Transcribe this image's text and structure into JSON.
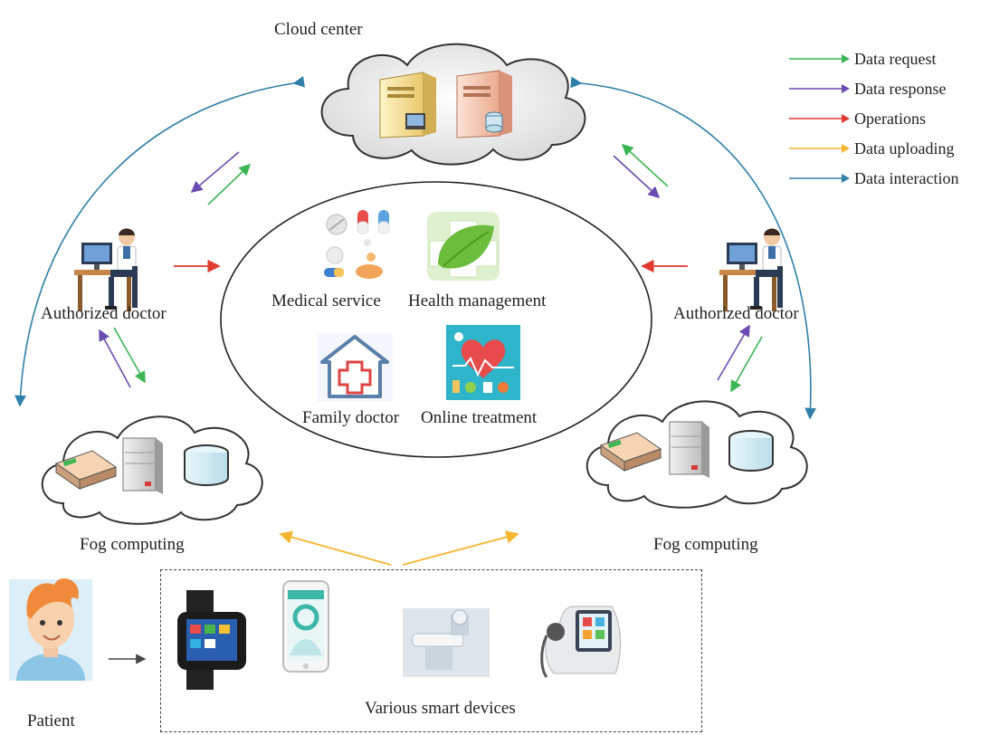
{
  "diagram": {
    "cloud_label": "Cloud center",
    "left_doctor_label": "Authorized doctor",
    "right_doctor_label": "Authorized doctor",
    "left_fog_label": "Fog computing",
    "right_fog_label": "Fog computing",
    "patient_label": "Patient",
    "devices_label": "Various smart devices",
    "services": [
      {
        "label": "Medical service"
      },
      {
        "label": "Health management"
      },
      {
        "label": "Family doctor"
      },
      {
        "label": "Online treatment"
      }
    ]
  },
  "legend": [
    {
      "label": "Data request",
      "color": "#3cb554"
    },
    {
      "label": "Data response",
      "color": "#6a4bb0"
    },
    {
      "label": "Operations",
      "color": "#e03a2f"
    },
    {
      "label": "Data uploading",
      "color": "#f5b530"
    },
    {
      "label": "Data interaction",
      "color": "#2f7fa8"
    }
  ],
  "colors": {
    "request": "#3cb554",
    "response": "#6a4bb0",
    "operations": "#e03a2f",
    "uploading": "#f5b530",
    "interaction": "#2f7fa8"
  }
}
